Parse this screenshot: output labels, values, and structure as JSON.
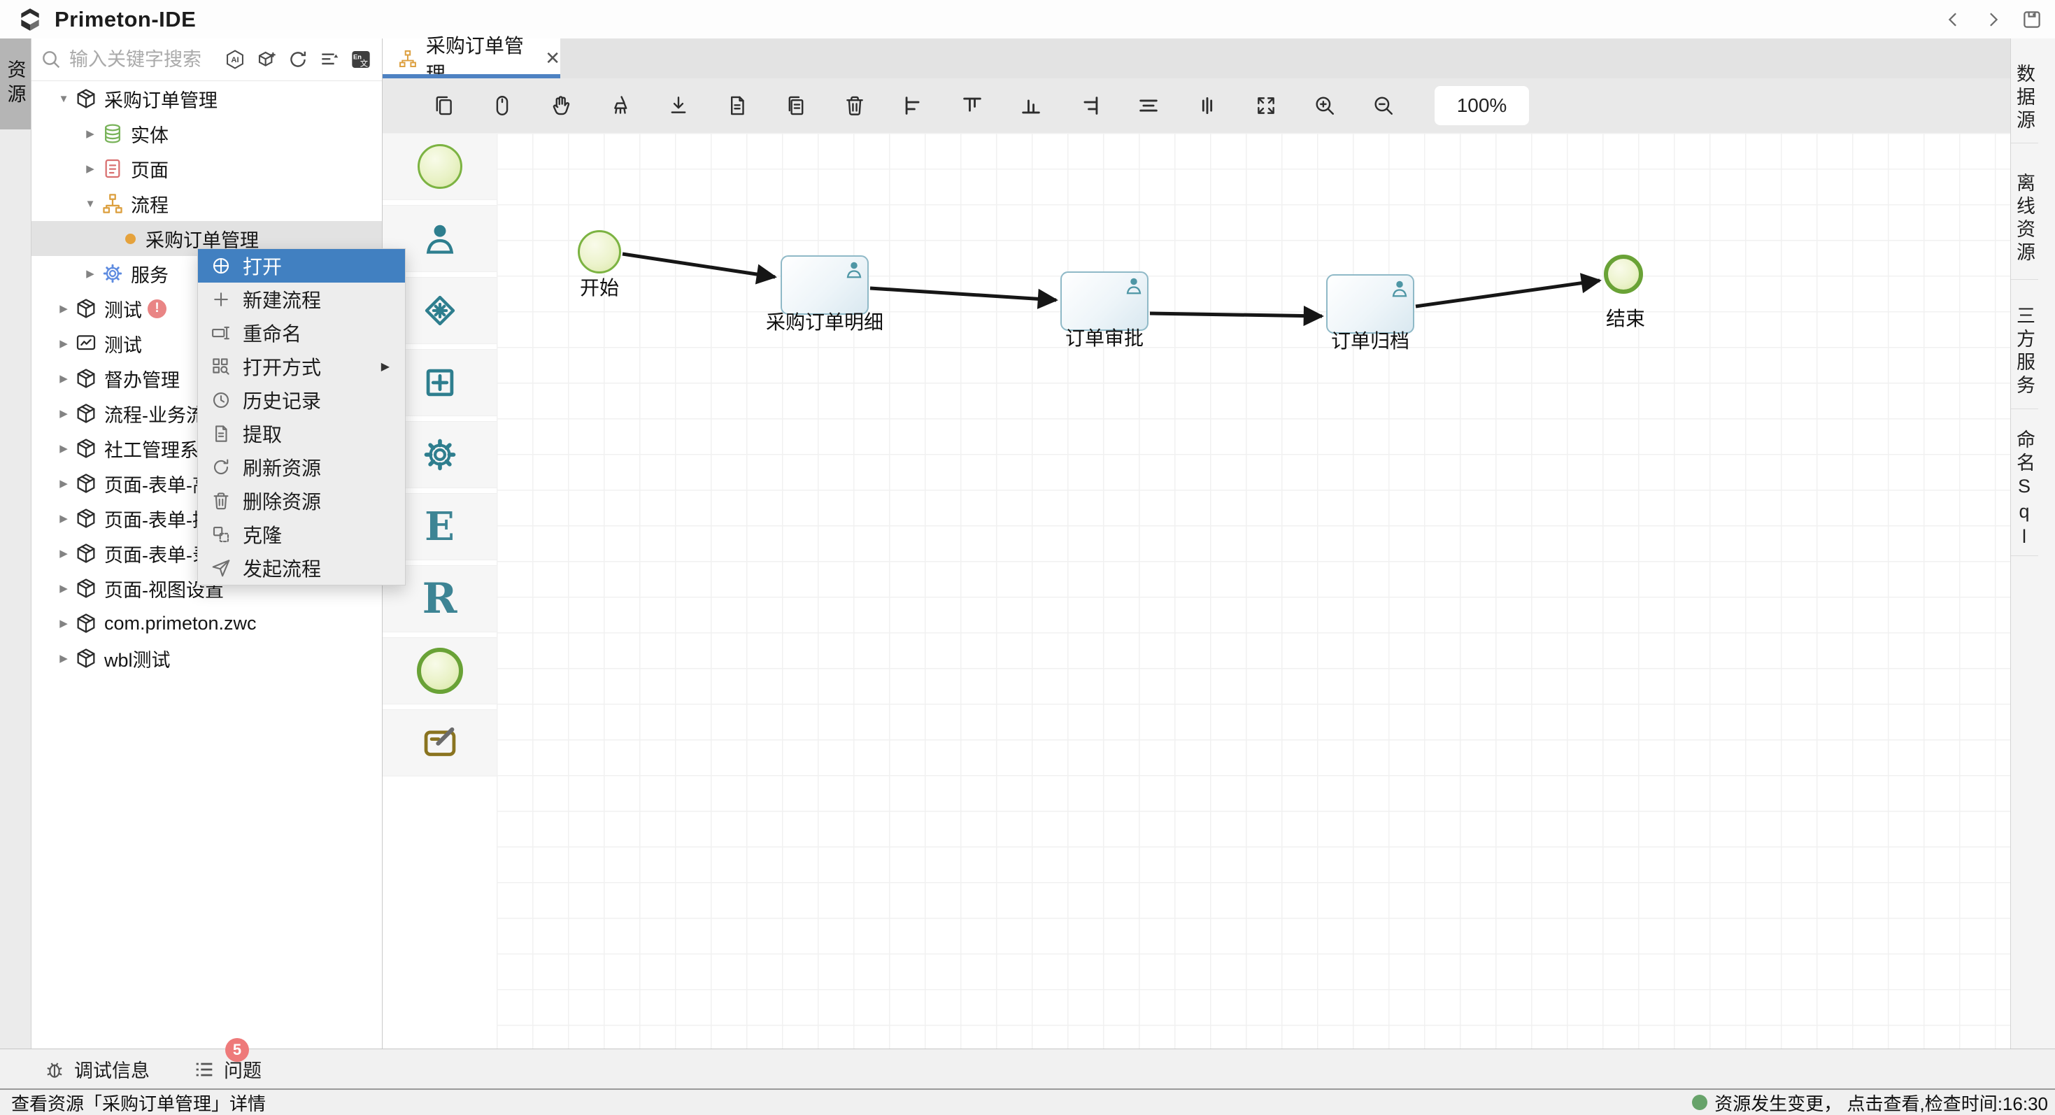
{
  "app": {
    "title": "Primeton-IDE"
  },
  "left_strip": {
    "active_tab": "资源"
  },
  "search": {
    "placeholder": "输入关键字搜索"
  },
  "tree": {
    "items": [
      {
        "level": 0,
        "expanded": true,
        "icon": "package",
        "label": "采购订单管理"
      },
      {
        "level": 1,
        "expanded": false,
        "icon": "entity",
        "label": "实体"
      },
      {
        "level": 1,
        "expanded": false,
        "icon": "page",
        "label": "页面"
      },
      {
        "level": 1,
        "expanded": true,
        "icon": "flow",
        "label": "流程"
      },
      {
        "level": 2,
        "icon": "dot",
        "label": "采购订单管理",
        "selected": true
      },
      {
        "level": 1,
        "expanded": false,
        "icon": "service",
        "label": "服务"
      },
      {
        "level": 0,
        "expanded": false,
        "icon": "package",
        "label": "测试",
        "badge": "!"
      },
      {
        "level": 0,
        "expanded": false,
        "icon": "chart",
        "label": "测试"
      },
      {
        "level": 0,
        "expanded": false,
        "icon": "package",
        "label": "督办管理"
      },
      {
        "level": 0,
        "expanded": false,
        "icon": "package",
        "label": "流程-业务流程配"
      },
      {
        "level": 0,
        "expanded": false,
        "icon": "package",
        "label": "社工管理系统"
      },
      {
        "level": 0,
        "expanded": false,
        "icon": "package",
        "label": "页面-表单-高级"
      },
      {
        "level": 0,
        "expanded": false,
        "icon": "package",
        "label": "页面-表单-控件"
      },
      {
        "level": 0,
        "expanded": false,
        "icon": "package",
        "label": "页面-表单-录入"
      },
      {
        "level": 0,
        "expanded": false,
        "icon": "package",
        "label": "页面-视图设置"
      },
      {
        "level": 0,
        "expanded": false,
        "icon": "package",
        "label": "com.primeton.zwc"
      },
      {
        "level": 0,
        "expanded": false,
        "icon": "package",
        "label": "wbl测试"
      }
    ]
  },
  "context_menu": {
    "items": [
      {
        "label": "打开",
        "icon": "open-target",
        "selected": true
      },
      {
        "label": "新建流程",
        "icon": "plus"
      },
      {
        "label": "重命名",
        "icon": "rename"
      },
      {
        "label": "打开方式",
        "icon": "open-with",
        "submenu": true
      },
      {
        "label": "历史记录",
        "icon": "history"
      },
      {
        "label": "提取",
        "icon": "extract"
      },
      {
        "label": "刷新资源",
        "icon": "refresh"
      },
      {
        "label": "删除资源",
        "icon": "trash"
      },
      {
        "label": "克隆",
        "icon": "clone"
      },
      {
        "label": "发起流程",
        "icon": "launch"
      }
    ]
  },
  "editor": {
    "tab": {
      "label": "采购订单管理"
    },
    "zoom_level": "100%",
    "toolbar_icons": [
      "copy",
      "mouse",
      "hand",
      "brush",
      "download",
      "document",
      "document-copy",
      "trash",
      "align-left",
      "align-top",
      "align-bottom",
      "align-right",
      "align-center-h",
      "distribute-v",
      "fit-screen",
      "zoom-in",
      "zoom-out"
    ]
  },
  "palette": {
    "items": [
      {
        "name": "start-event"
      },
      {
        "name": "user-task"
      },
      {
        "name": "gateway"
      },
      {
        "name": "subprocess"
      },
      {
        "name": "service-task"
      },
      {
        "name": "entity-letter",
        "glyph": "E"
      },
      {
        "name": "rule-letter",
        "glyph": "R"
      },
      {
        "name": "end-event"
      },
      {
        "name": "annotation"
      }
    ]
  },
  "diagram": {
    "nodes": [
      {
        "type": "start-event",
        "label": "开始"
      },
      {
        "type": "user-task",
        "label": "采购订单明细"
      },
      {
        "type": "user-task",
        "label": "订单审批"
      },
      {
        "type": "user-task",
        "label": "订单归档"
      },
      {
        "type": "end-event",
        "label": "结束"
      }
    ]
  },
  "right_panel": {
    "tabs": [
      "数据源",
      "离线资源",
      "三方服务",
      "命名Sql"
    ]
  },
  "bottom_bar": {
    "debug_label": "调试信息",
    "problems_label": "问题",
    "problems_count": "5"
  },
  "status_bar": {
    "left": "查看资源「采购订单管理」详情",
    "right": "资源发生变更， 点击查看,检查时间:16:30"
  },
  "colors": {
    "accent_blue": "#4180c1",
    "tab_underline": "#4e82c2",
    "selection_gray": "#e2e2e2",
    "badge_red": "#ee7a7a",
    "status_green": "#67a36a",
    "node_green_border": "#7cb342",
    "task_border": "#8fb9c7",
    "flow_icon_orange": "#dc9f3e"
  }
}
